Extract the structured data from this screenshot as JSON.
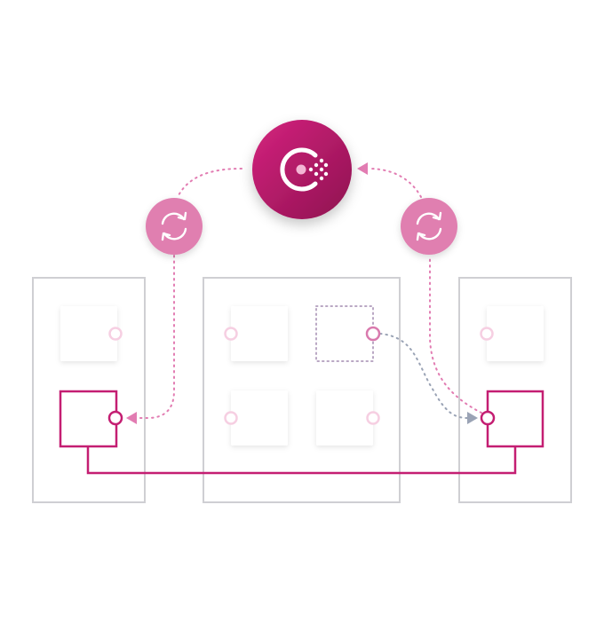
{
  "colors": {
    "background": "#ffffff",
    "brand_magenta": "#c41e72",
    "brand_magenta_dark": "#9a1457",
    "sync_pink": "#e07fb0",
    "dotted_pink": "#e27cb2",
    "dotted_gray": "#9aa3b5",
    "host_border": "#cfcfd3",
    "faint_port": "#f6cfe2",
    "service_card": "#ffffff"
  },
  "diagram": {
    "center_logo": {
      "icon": "consul-logo-icon"
    },
    "sync_nodes": [
      {
        "icon": "sync-arrows-icon"
      },
      {
        "icon": "sync-arrows-icon"
      }
    ],
    "hosts": [
      {
        "id": "left",
        "services": 2
      },
      {
        "id": "middle",
        "services": 4
      },
      {
        "id": "right",
        "services": 2
      }
    ],
    "connections": [
      {
        "from": "consul-logo",
        "to": "left-active-service",
        "style": "dotted",
        "color": "pink"
      },
      {
        "from": "right-active-service",
        "to": "consul-logo",
        "style": "dotted",
        "color": "pink"
      },
      {
        "from": "middle-proxy-service",
        "to": "right-active-service",
        "style": "dotted",
        "color": "gray"
      },
      {
        "from": "left-active-service",
        "to": "right-active-service",
        "style": "solid",
        "color": "magenta"
      }
    ]
  }
}
